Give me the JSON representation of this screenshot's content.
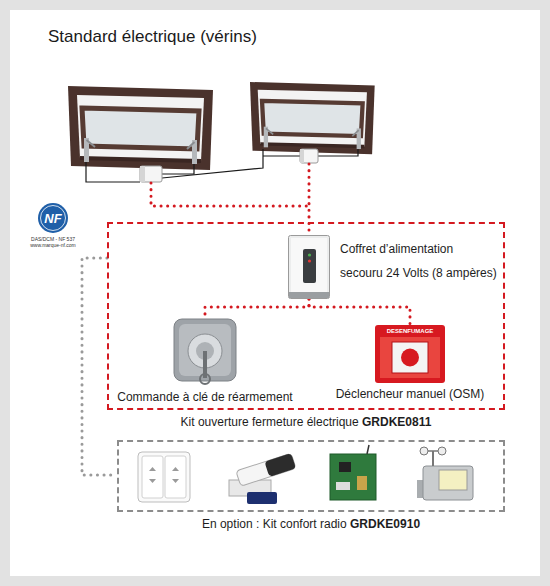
{
  "diagram": {
    "title": "Standard électrique (vérins)",
    "nodes": [
      {
        "text": [
          "Kit ouverture fermeture électrique GRDKE0811"
        ]
      },
      {
        "text": [
          "Coffret d’alimentation secouru 24 Volts (8 ampères)"
        ],
        "in": 0
      },
      {
        "text": [
          "Commande à clé de réarmement"
        ],
        "in": 0
      },
      {
        "text": [
          "Déclencheur manuel (OSM)"
        ],
        "in": 0
      },
      {
        "text": [
          "En option : Kit confort radio GRDKE0910"
        ]
      }
    ],
    "edges": [
      {
        "from": 1,
        "to": 2,
        "arrow": "none"
      },
      {
        "from": 1,
        "to": 3,
        "arrow": "none"
      },
      {
        "from": 0,
        "to": 4,
        "arrow": "none"
      }
    ],
    "labels": [
      "NF",
      "DAS/DCM - NF 537",
      "www.marque-nf.com",
      "DESENFUMAGE"
    ]
  }
}
